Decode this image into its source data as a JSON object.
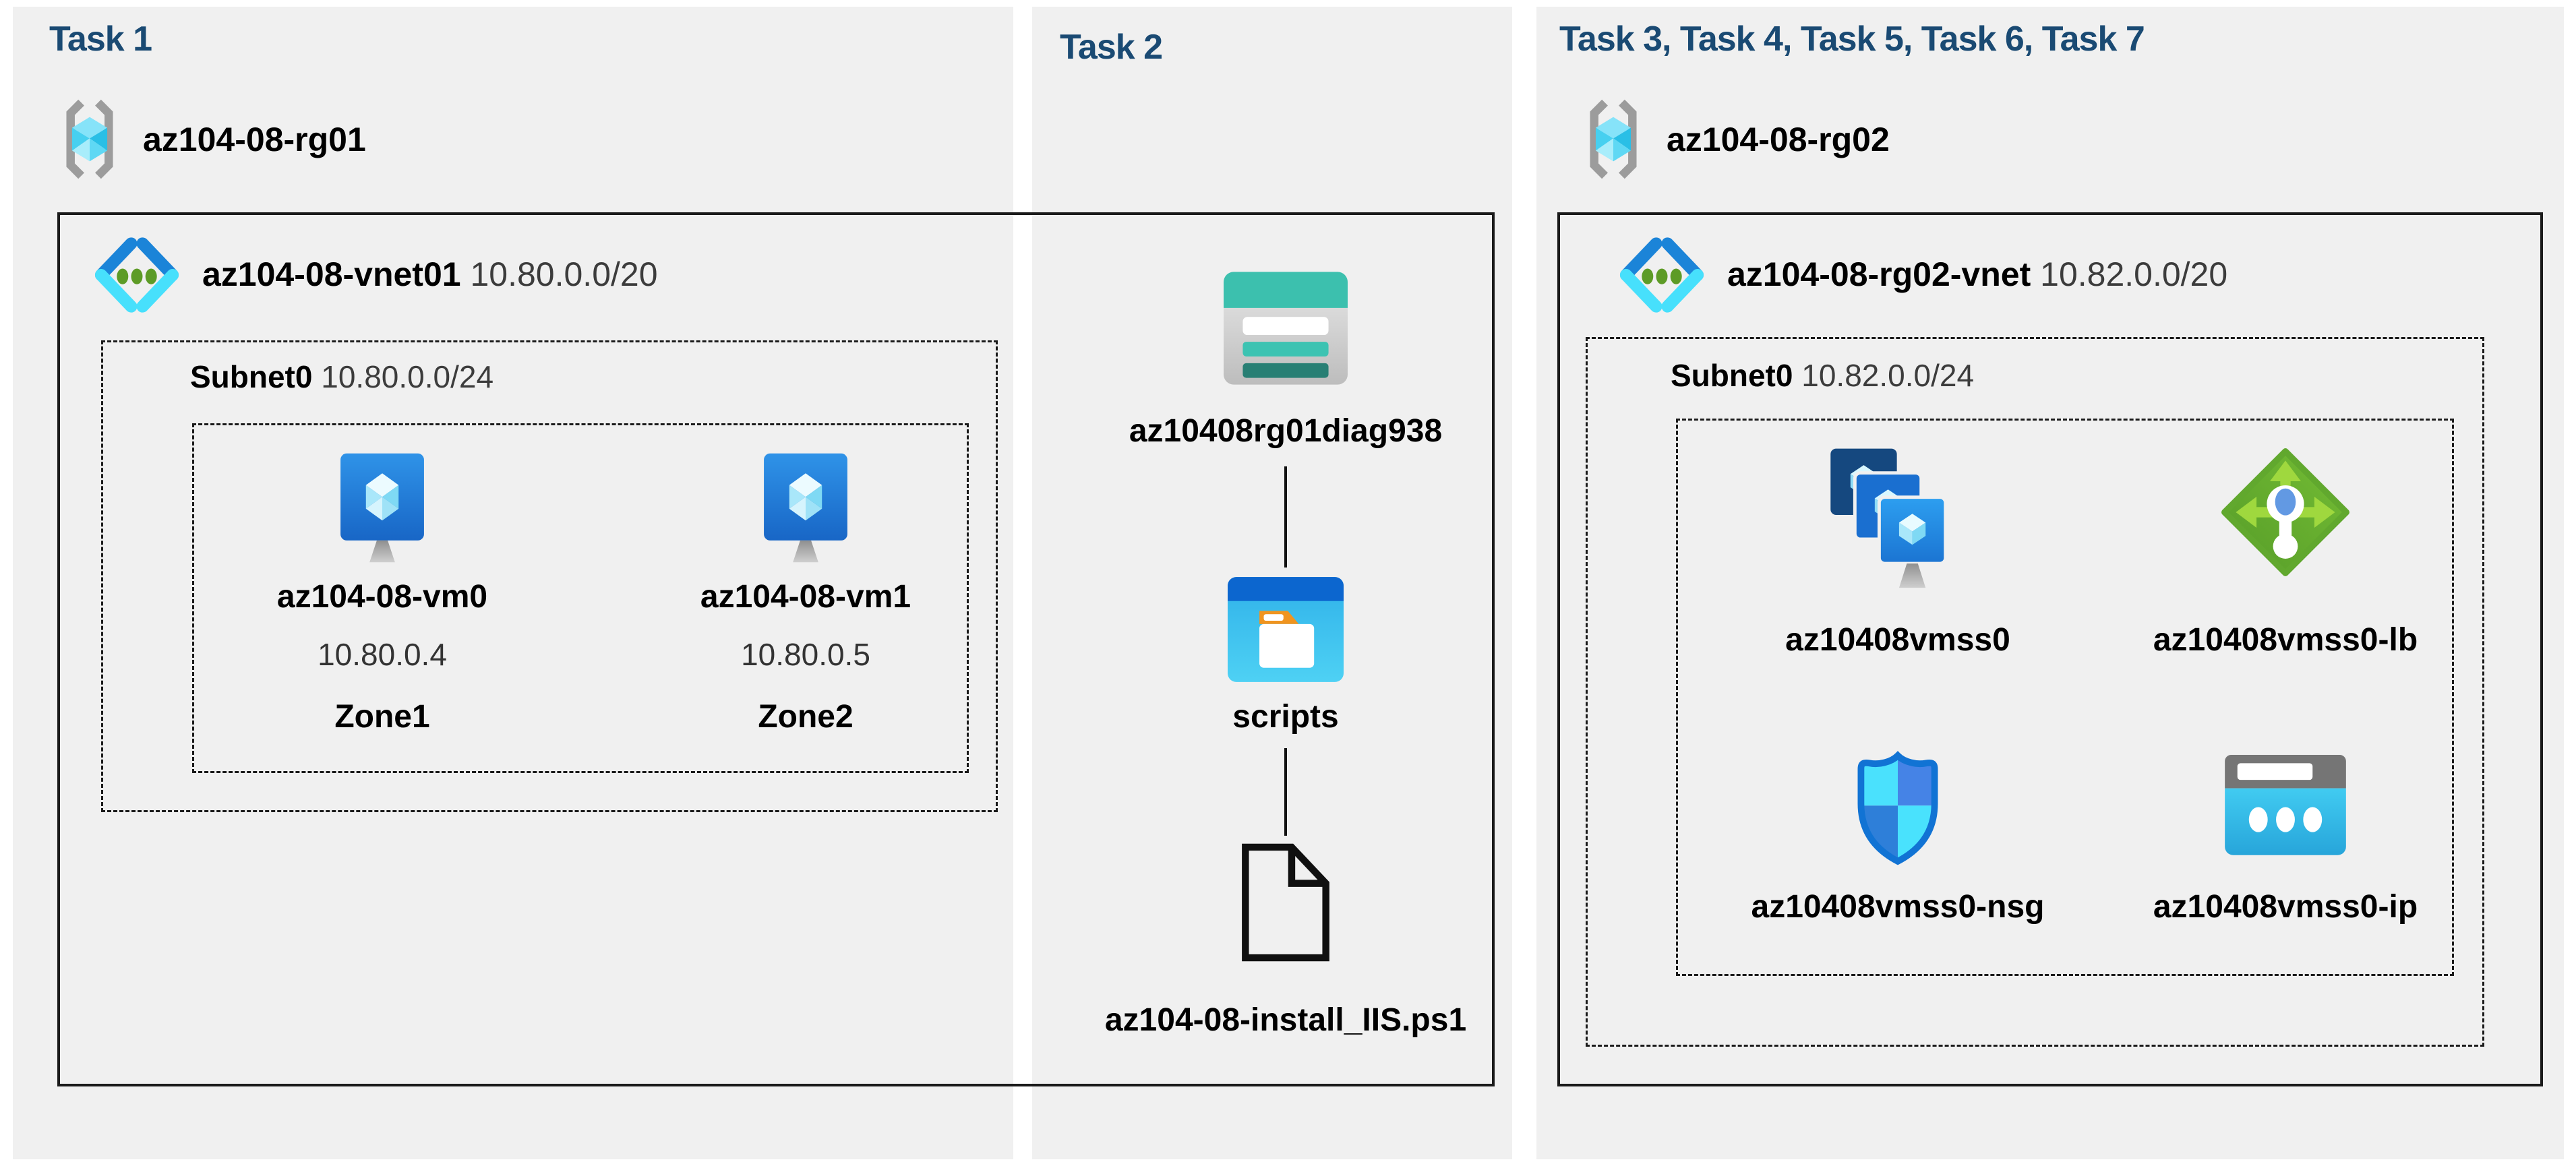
{
  "colors": {
    "panel_background": "#f0f0f0",
    "title_navy": "#1a4a73",
    "box_border": "#1a1a1a",
    "teal_storage": "#3cc0ae",
    "green_lb": "#6fb332",
    "blue_azure": "#1b84d8"
  },
  "panels": {
    "task1": {
      "title": "Task 1",
      "resource_group": "az104-08-rg01",
      "vnet": {
        "name": "az104-08-vnet01",
        "cidr": "10.80.0.0/20"
      },
      "subnet": {
        "name": "Subnet0",
        "cidr": "10.80.0.0/24"
      },
      "vms": [
        {
          "name": "az104-08-vm0",
          "ip": "10.80.0.4",
          "zone": "Zone1"
        },
        {
          "name": "az104-08-vm1",
          "ip": "10.80.0.5",
          "zone": "Zone2"
        }
      ]
    },
    "task2": {
      "title": "Task 2",
      "storage_account": "az10408rg01diag938",
      "folder": "scripts",
      "script_file": "az104-08-install_IIS.ps1"
    },
    "task3to7": {
      "title": "Task 3, Task 4, Task 5, Task 6, Task 7",
      "resource_group": "az104-08-rg02",
      "vnet": {
        "name": "az104-08-rg02-vnet",
        "cidr": "10.82.0.0/20"
      },
      "subnet": {
        "name": "Subnet0",
        "cidr": "10.82.0.0/24"
      },
      "resources": [
        {
          "name": "az10408vmss0",
          "icon": "vm-scale-set-icon"
        },
        {
          "name": "az10408vmss0-lb",
          "icon": "load-balancer-icon"
        },
        {
          "name": "az10408vmss0-nsg",
          "icon": "network-security-group-icon"
        },
        {
          "name": "az10408vmss0-ip",
          "icon": "public-ip-icon"
        }
      ]
    }
  }
}
